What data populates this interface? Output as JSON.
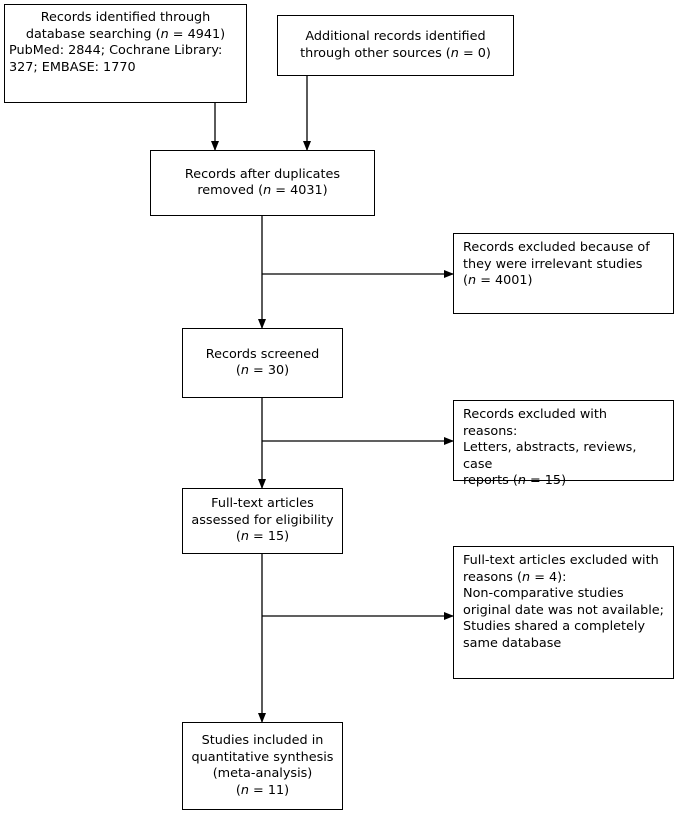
{
  "nodes": {
    "identified_db": {
      "lines": [
        "Records identified through",
        "database searching (",
        "PubMed: 2844; Cochrane Library:",
        "327; EMBASE: 1770"
      ],
      "n_prefix": "database searching (",
      "n_value": "n",
      "n_suffix": " = 4941)"
    },
    "identified_other": {
      "line1": "Additional records identified",
      "line2_prefix": "through other sources (",
      "n_value": "n",
      "line2_suffix": " = 0)"
    },
    "after_duplicates": {
      "line1": "Records after duplicates",
      "line2_prefix": "removed (",
      "n_value": "n",
      "line2_suffix": " = 4031)"
    },
    "excluded_irrelevant": {
      "line1": "Records excluded because of",
      "line2": "they were irrelevant studies",
      "line3_prefix": "(",
      "n_value": "n",
      "line3_suffix": " = 4001)"
    },
    "screened": {
      "line1": "Records screened",
      "line2_prefix": "(",
      "n_value": "n",
      "line2_suffix": " = 30)"
    },
    "excluded_reasons": {
      "line1": "Records excluded with reasons:",
      "line2": "Letters, abstracts, reviews, case",
      "line3_prefix": "reports (",
      "n_value": "n",
      "line3_suffix": " = 15)"
    },
    "fulltext": {
      "line1": "Full-text articles",
      "line2": "assessed for eligibility",
      "line3_prefix": "(",
      "n_value": "n",
      "line3_suffix": " = 15)"
    },
    "fulltext_excluded": {
      "line1": "Full-text articles excluded with",
      "line2_prefix": "reasons (",
      "n_value": "n",
      "line2_suffix": " = 4):",
      "line3": "Non-comparative studies",
      "line4": "original date was not available;",
      "line5": "Studies shared a completely",
      "line6": "same database"
    },
    "included": {
      "line1": "Studies included in",
      "line2": "quantitative synthesis",
      "line3": "(meta-analysis)",
      "line4_prefix": "(",
      "n_value": "n",
      "line4_suffix": " = 11)"
    }
  }
}
